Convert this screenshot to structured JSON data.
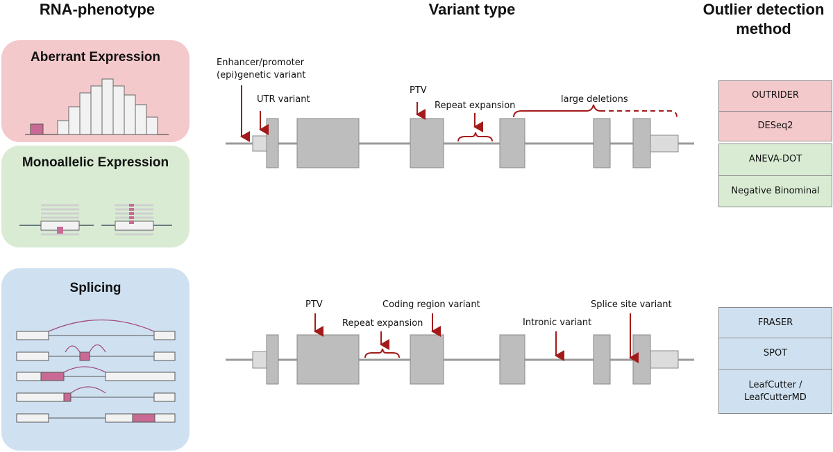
{
  "headers": {
    "rna_phenotype": "RNA-phenotype",
    "variant_type": "Variant type",
    "outlier_method_line1": "Outlier detection",
    "outlier_method_line2": "method"
  },
  "phenotypes": {
    "aberrant_expression": "Aberrant Expression",
    "monoallelic_expression": "Monoallelic Expression",
    "splicing": "Splicing"
  },
  "variants_top": {
    "enhancer_line1": "Enhancer/promoter",
    "enhancer_line2": "(epi)genetic variant",
    "utr": "UTR variant",
    "ptv": "PTV",
    "repeat_expansion": "Repeat expansion",
    "large_deletions": "large deletions"
  },
  "variants_bottom": {
    "ptv": "PTV",
    "coding_region": "Coding region variant",
    "repeat_expansion": "Repeat expansion",
    "intronic": "Intronic variant",
    "splice_site": "Splice site variant"
  },
  "methods": {
    "expression": [
      "OUTRIDER",
      "DESeq2"
    ],
    "monoallelic": [
      "ANEVA-DOT",
      "Negative Binominal"
    ],
    "splicing": [
      "FRASER",
      "SPOT",
      "LeafCutter /\nLeafCutterMD"
    ]
  },
  "colors": {
    "expression_bg": "#f4c9cb",
    "monoallelic_bg": "#d9ecd3",
    "splicing_bg": "#cfe1f1",
    "variant_arrow": "#a31a1a",
    "highlight": "#c86a94",
    "exon_fill": "#bdbdbd"
  }
}
